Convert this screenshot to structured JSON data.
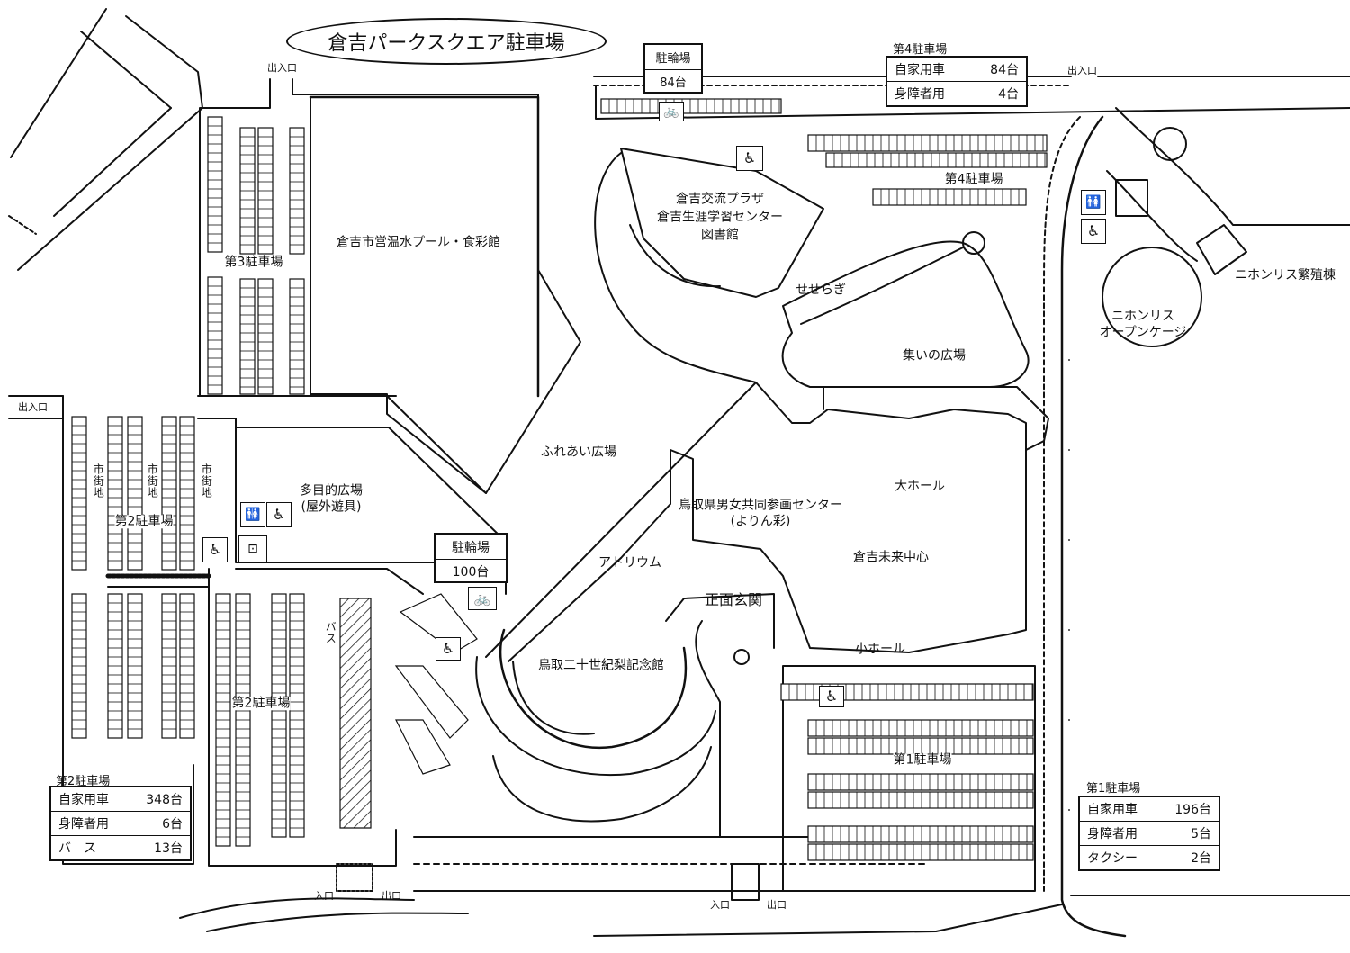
{
  "title": "倉吉パークスクエア駐車場",
  "facilities": {
    "pool": "倉吉市営温水プール・食彩館",
    "plaza_line1": "倉吉交流プラザ",
    "plaza_line2": "倉吉生涯学習センター",
    "plaza_line3": "図書館",
    "seseragi": "せせらぎ",
    "tsudoi": "集いの広場",
    "fureai": "ふれあい広場",
    "tamokuteki_line1": "多目的広場",
    "tamokuteki_line2": "(屋外遊具)",
    "yorinsai_line1": "鳥取県男女共同参画センター",
    "yorinsai_line2": "(よりん彩)",
    "daihall": "大ホール",
    "mirai": "倉吉未来中心",
    "atrium": "アトリウム",
    "shohall": "小ホール",
    "entrance": "正面玄関",
    "pear_museum": "鳥取二十世紀梨記念館",
    "squirrel_breeding": "ニホンリス繁殖棟",
    "squirrel_cage_line1": "ニホンリス",
    "squirrel_cage_line2": "オープンケージ"
  },
  "parking_labels": {
    "p3": "第3駐車場",
    "p2a": "第2駐車場",
    "p2b": "第2駐車場",
    "p4": "第4駐車場",
    "p1": "第1駐車場",
    "bus": "バス",
    "shigaichi": "市街地"
  },
  "gates": {
    "entrance_exit": "出入口",
    "entrance": "入口",
    "exit": "出口"
  },
  "bicycle_parking": [
    {
      "label": "駐輪場",
      "count": "84台"
    },
    {
      "label": "駐輪場",
      "count": "100台"
    }
  ],
  "legend_p2": {
    "title": "第2駐車場",
    "rows": [
      {
        "name": "自家用車",
        "count": "348台"
      },
      {
        "name": "身障者用",
        "count": "6台"
      },
      {
        "name": "バ　ス",
        "count": "13台"
      }
    ]
  },
  "legend_p4": {
    "title": "第4駐車場",
    "rows": [
      {
        "name": "自家用車",
        "count": "84台"
      },
      {
        "name": "身障者用",
        "count": "4台"
      }
    ]
  },
  "legend_p1": {
    "title": "第1駐車場",
    "rows": [
      {
        "name": "自家用車",
        "count": "196台"
      },
      {
        "name": "身障者用",
        "count": "5台"
      },
      {
        "name": "タクシー",
        "count": "2台"
      }
    ]
  },
  "icons": [
    "wheelchair-icon",
    "restroom-icon",
    "bicycle-icon",
    "accessible-toilet-icon",
    "direction-arrow-icon"
  ]
}
